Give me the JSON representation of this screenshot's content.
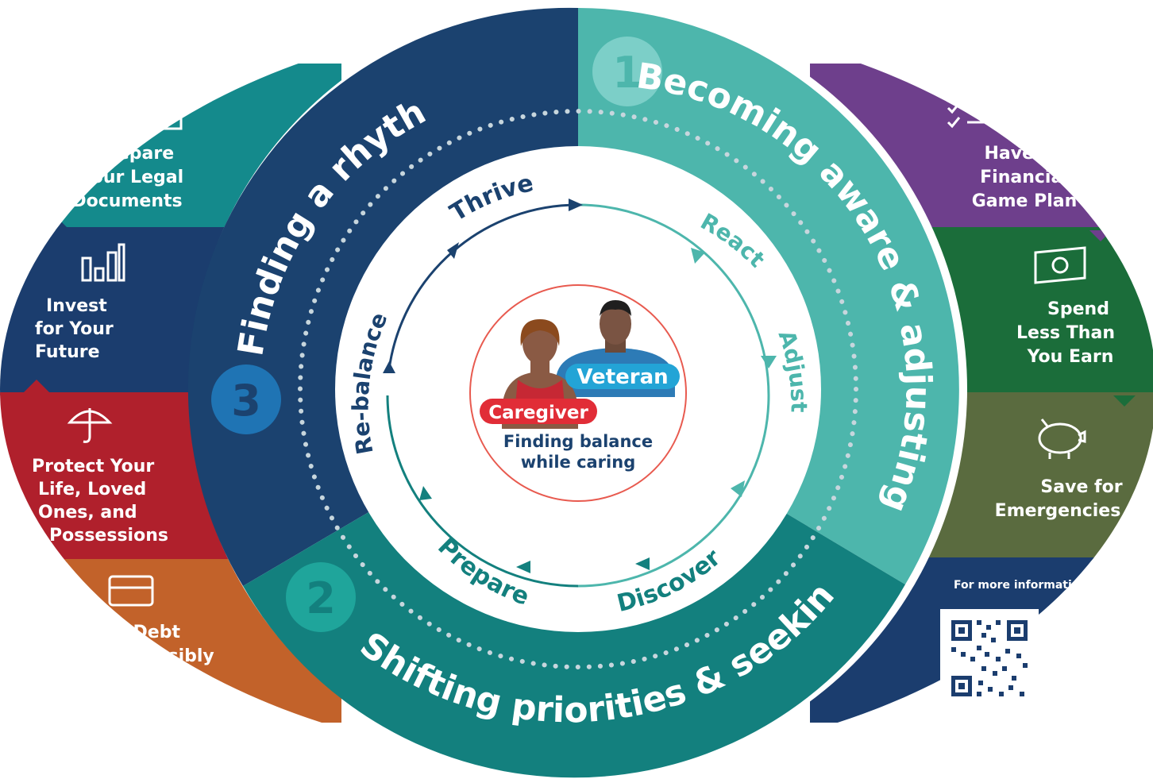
{
  "rings": {
    "stage1": {
      "number": "1",
      "title": "Becoming aware & adjusting"
    },
    "stage2": {
      "number": "2",
      "title": "Shifting priorities & seeking help"
    },
    "stage3": {
      "number": "3",
      "title": "Finding a rhythm"
    }
  },
  "cycle": {
    "thrive": "Thrive",
    "react": "React",
    "adjust": "Adjust",
    "discover": "Discover",
    "prepare": "Prepare",
    "rebalance": "Re-balance"
  },
  "center": {
    "veteran_label": "Veteran",
    "caregiver_label": "Caregiver",
    "tagline_line1": "Finding balance",
    "tagline_line2": "while caring"
  },
  "left_panels": [
    {
      "icon": "legal-document-icon",
      "lines": [
        "Prepare",
        "Your Legal",
        "Documents"
      ]
    },
    {
      "icon": "bar-chart-icon",
      "lines": [
        "Invest",
        "for Your",
        "Future"
      ]
    },
    {
      "icon": "umbrella-icon",
      "lines": [
        "Protect Your",
        "Life, Loved",
        "Ones, and",
        "Possessions"
      ]
    },
    {
      "icon": "credit-card-icon",
      "lines": [
        "Use Debt",
        "Responsibly"
      ]
    }
  ],
  "right_panels": [
    {
      "icon": "checklist-icon",
      "lines": [
        "Have a",
        "Financial",
        "Game Plan"
      ]
    },
    {
      "icon": "money-bill-icon",
      "lines": [
        "Spend",
        "Less Than",
        "You Earn"
      ]
    },
    {
      "icon": "piggy-bank-icon",
      "lines": [
        "Save for",
        "Emergencies"
      ]
    }
  ],
  "info": {
    "label": "For more information:",
    "qr_icon": "qr-code-icon"
  },
  "colors": {
    "left1": "#148a8c",
    "left2": "#1b3d6e",
    "left3": "#b0202c",
    "left4": "#c2622a",
    "right1": "#6e3f8c",
    "right2": "#1b6d3a",
    "right3": "#5a6b3f",
    "right4": "#1b3d6e",
    "stage1": "#4db6ac",
    "stage2": "#13807e",
    "stage3": "#1b426f",
    "cycle_dark": "#1b426f",
    "cycle_light": "#4db6ac",
    "veteran": "#23a4d6",
    "caregiver": "#e12d37"
  }
}
